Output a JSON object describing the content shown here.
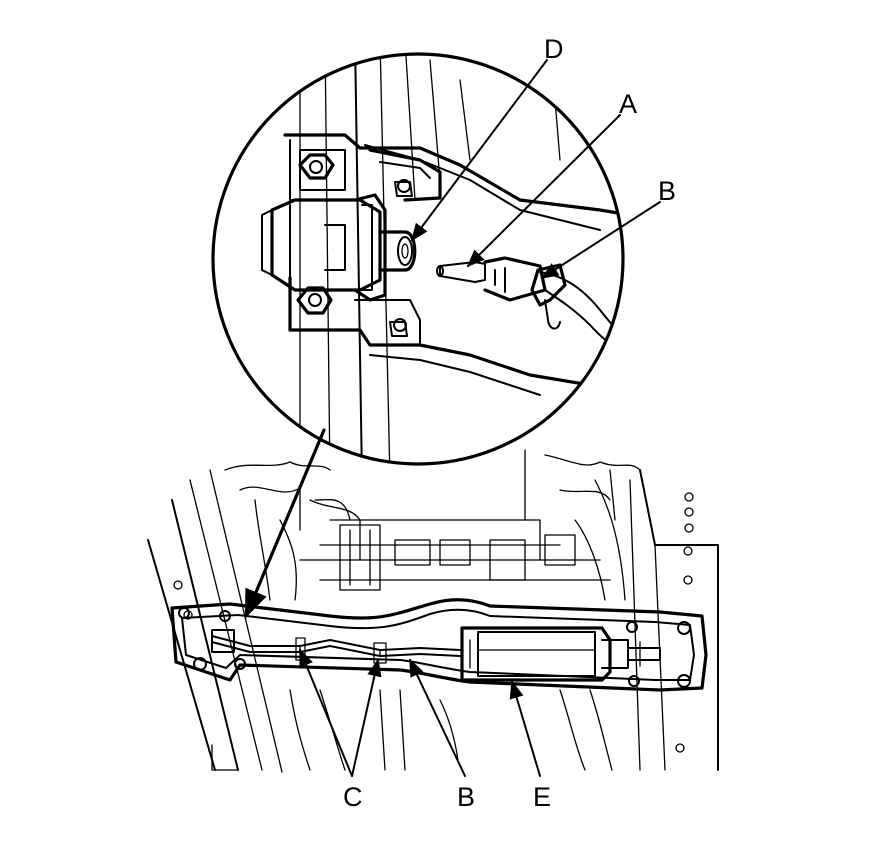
{
  "diagram": {
    "labels": {
      "A": "A",
      "B_top": "B",
      "D": "D",
      "C": "C",
      "B_bottom": "B",
      "E": "E"
    },
    "colors": {
      "line": "#000000",
      "background": "#ffffff"
    }
  }
}
